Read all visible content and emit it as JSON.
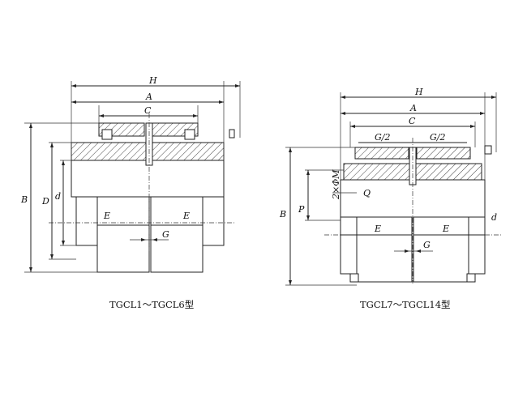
{
  "left_figure": {
    "caption": "TGCL1～TGCL6型",
    "labels": {
      "H": "H",
      "A": "A",
      "C": "C",
      "B": "B",
      "D": "D",
      "d": "d",
      "E1": "E",
      "E2": "E",
      "G": "G"
    }
  },
  "right_figure": {
    "caption": "TGCL7～TGCL14型",
    "labels": {
      "H": "H",
      "A": "A",
      "C": "C",
      "G2a": "G/2",
      "G2b": "G/2",
      "B": "B",
      "P": "P",
      "M": "2×ΦM",
      "Q": "Q",
      "d": "d",
      "E1": "E",
      "E2": "E",
      "G": "G"
    }
  }
}
